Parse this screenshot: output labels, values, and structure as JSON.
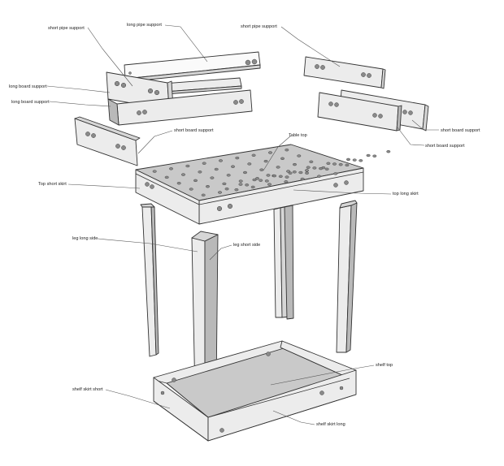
{
  "labels": {
    "short_pipe_support_left": "short pipe support",
    "long_pipe_support": "long pipe support",
    "short_pipe_support_right": "short pipe support",
    "long_board_support_1": "long board support",
    "long_board_support_2": "long board support",
    "short_board_support_left": "short board support",
    "short_board_support_right_1": "short board support",
    "short_board_support_right_2": "short board support",
    "table_top": "Table top",
    "top_short_skirt": "Top short skirt",
    "top_long_skirt": "top long skirt",
    "leg_long_side": "leg long side",
    "leg_short_side": "leg short side",
    "shelf_top": "shelf top",
    "shelf_skirt_short": "shelf skirt short",
    "shelf_skirt_long": "shelf skirt long"
  }
}
